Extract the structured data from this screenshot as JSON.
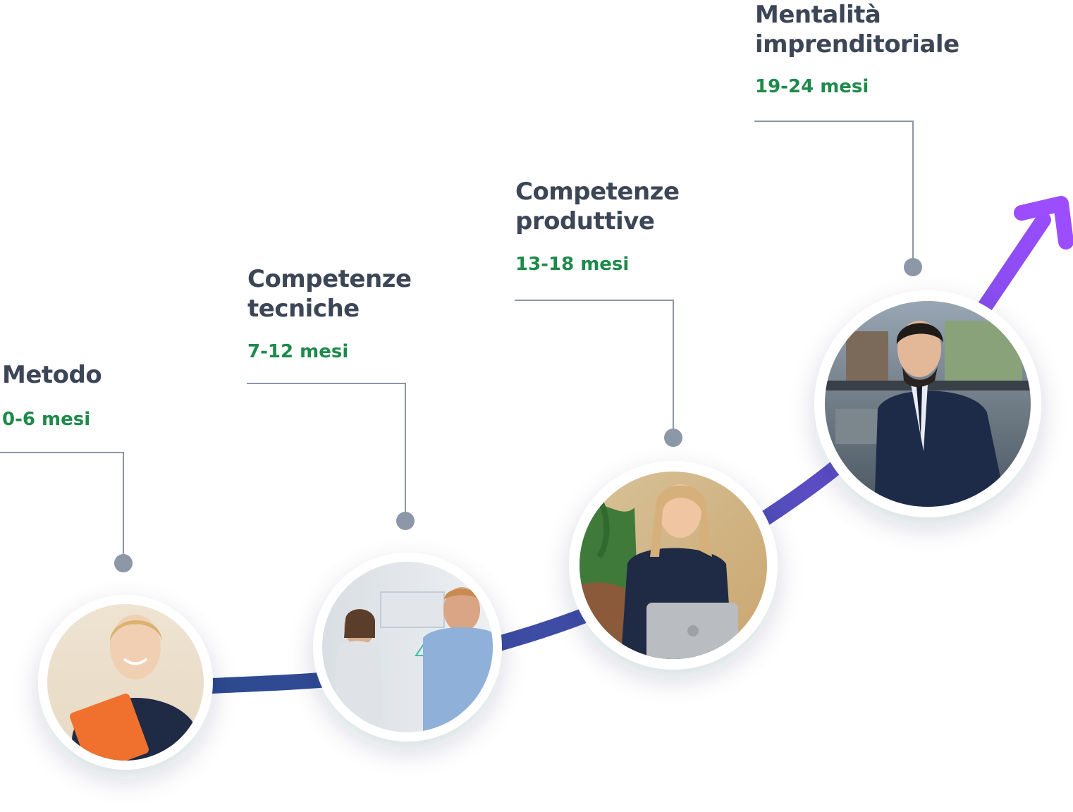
{
  "colors": {
    "title": "#3c4656",
    "period": "#1e8a4a",
    "connector": "#8c97a8",
    "path_start": "#2c4a8f",
    "path_end": "#9b4dff"
  },
  "steps": [
    {
      "title_lines": [
        "Metodo"
      ],
      "period": "0-6 mesi",
      "photo": "smiling-woman-orange-folder"
    },
    {
      "title_lines": [
        "Competenze",
        "tecniche"
      ],
      "period": "7-12 mesi",
      "photo": "team-at-whiteboard"
    },
    {
      "title_lines": [
        "Competenze",
        "produttive"
      ],
      "period": "13-18 mesi",
      "photo": "woman-on-phone-laptop"
    },
    {
      "title_lines": [
        "Mentalità",
        "imprenditoriale"
      ],
      "period": "19-24 mesi",
      "photo": "businessman-suit-rooftop"
    }
  ],
  "icons": {
    "growth_arrow": "arrow-up-right-icon"
  }
}
